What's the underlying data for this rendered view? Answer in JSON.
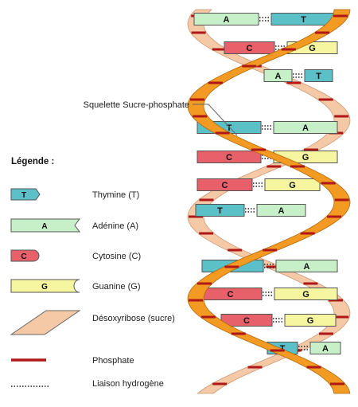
{
  "callout": {
    "label": "Squelette Sucre-phosphate"
  },
  "legend": {
    "title": "Légende :",
    "items": [
      {
        "key": "thymine",
        "symbol": "T",
        "label": "Thymine (T)"
      },
      {
        "key": "adenine",
        "symbol": "A",
        "label": "Adénine (A)"
      },
      {
        "key": "cytosine",
        "symbol": "C",
        "label": "Cytosine (C)"
      },
      {
        "key": "guanine",
        "symbol": "G",
        "label": "Guanine (G)"
      },
      {
        "key": "sugar",
        "symbol": "",
        "label": "Désoxyribose (sucre)"
      },
      {
        "key": "phosphate",
        "symbol": "",
        "label": "Phosphate"
      },
      {
        "key": "hbond",
        "symbol": "",
        "label": "Liaison hydrogène"
      }
    ]
  },
  "base_pairs": [
    {
      "left": "A",
      "right": "T"
    },
    {
      "left": "C",
      "right": "G"
    },
    {
      "left": "A",
      "right": "T"
    },
    {
      "left": "T",
      "right": "A"
    },
    {
      "left": "C",
      "right": "G"
    },
    {
      "left": "C",
      "right": "G"
    },
    {
      "left": "T",
      "right": "A"
    },
    {
      "left": "T",
      "right": "A"
    },
    {
      "left": "C",
      "right": "G"
    },
    {
      "left": "C",
      "right": "G"
    },
    {
      "left": "T",
      "right": "A"
    }
  ],
  "colors": {
    "adenine": "#c8f0c8",
    "thymine": "#5bc0c8",
    "cytosine": "#e8606a",
    "guanine": "#f6f6a0",
    "sugar_front": "#f29a22",
    "sugar_back": "#f5c9a6",
    "phosphate": "#b01818",
    "outline": "#555555"
  }
}
